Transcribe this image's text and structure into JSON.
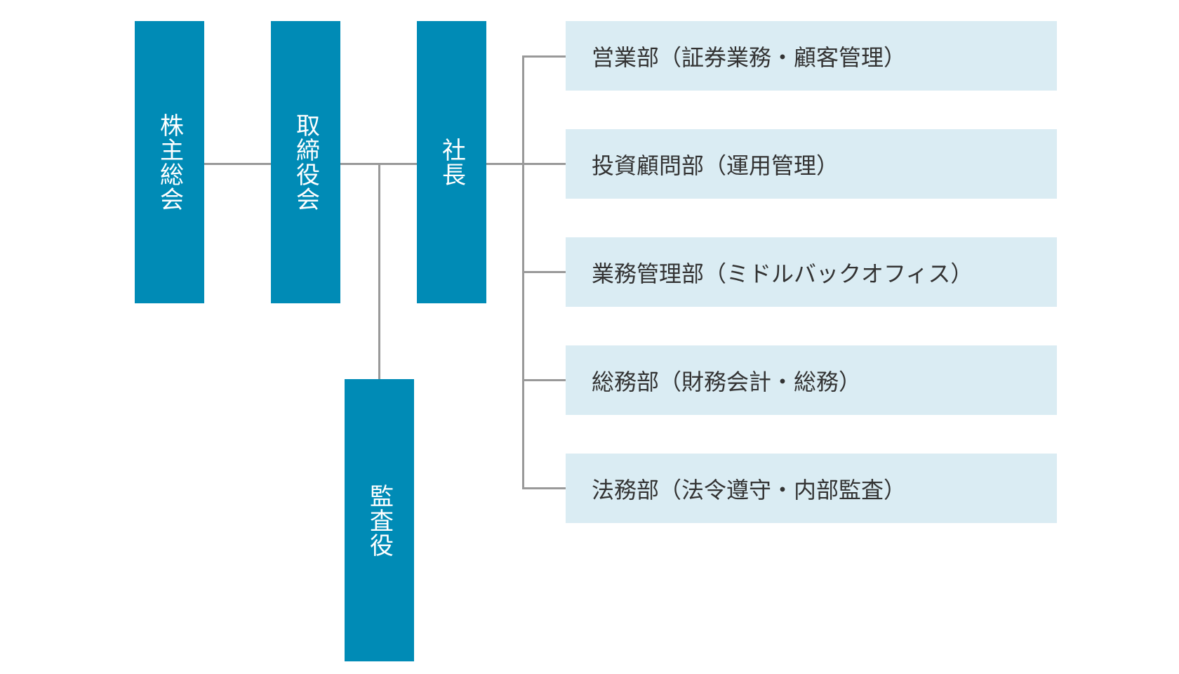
{
  "chart": {
    "nodes": {
      "shareholders_meeting": "株主総会",
      "board_of_directors": "取締役会",
      "president": "社長",
      "auditor": "監査役"
    },
    "departments": [
      "営業部（証券業務・顧客管理）",
      "投資顧問部（運用管理）",
      "業務管理部（ミドルバックオフィス）",
      "総務部（財務会計・総務）",
      "法務部（法令遵守・内部監査）"
    ],
    "colors": {
      "node_fill": "#008bb6",
      "node_text": "#ffffff",
      "department_fill": "#daecf3",
      "department_text": "#333333",
      "connector": "#999999"
    }
  }
}
